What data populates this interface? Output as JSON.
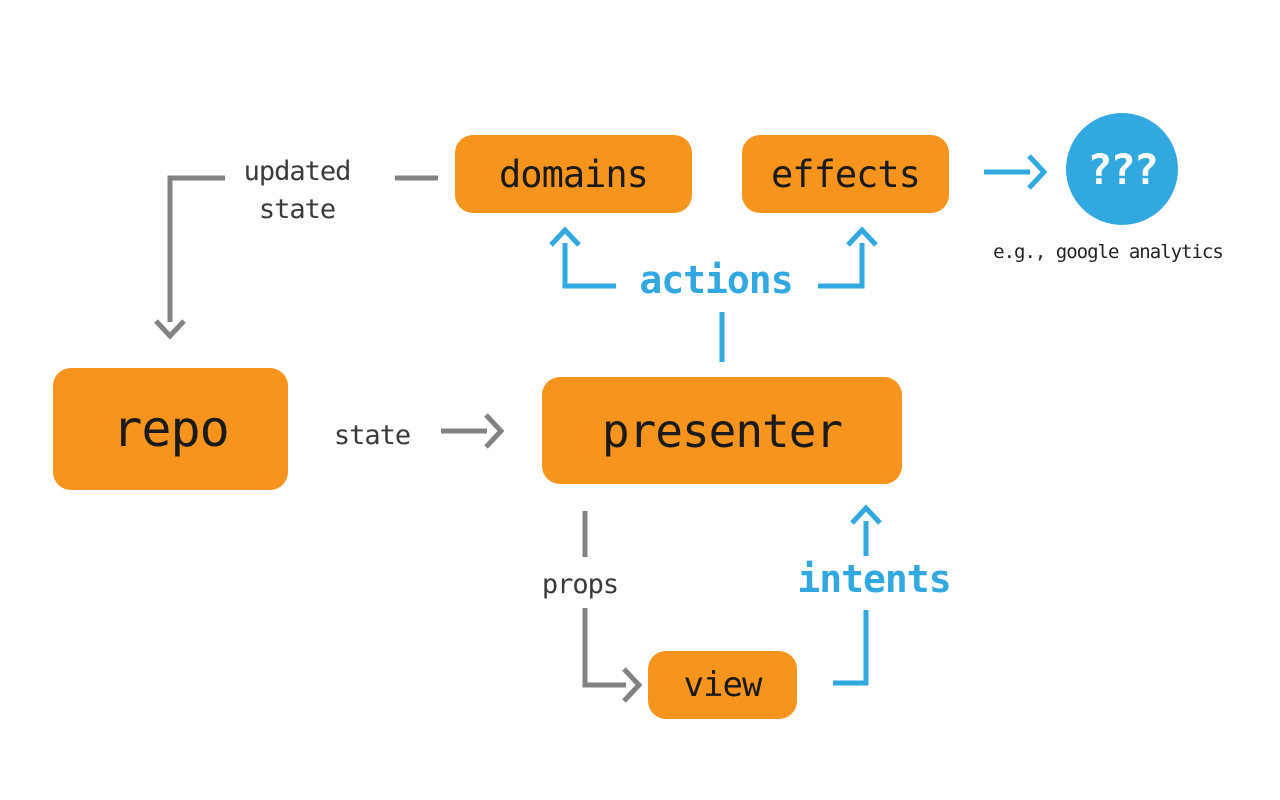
{
  "diagram": {
    "title_hint": "unidirectional data flow architecture",
    "nodes": {
      "domains": {
        "label": "domains"
      },
      "effects": {
        "label": "effects"
      },
      "repo": {
        "label": "repo"
      },
      "presenter": {
        "label": "presenter"
      },
      "view": {
        "label": "view"
      },
      "unknown": {
        "label": "???",
        "caption": "e.g., google analytics"
      }
    },
    "edge_labels": {
      "updated_state": "updated\nstate",
      "state": "state",
      "actions": "actions",
      "props": "props",
      "intents": "intents"
    },
    "edges": [
      {
        "from": "domains",
        "to": "repo",
        "label": "updated state",
        "color": "gray"
      },
      {
        "from": "repo",
        "to": "presenter",
        "label": "state",
        "color": "gray"
      },
      {
        "from": "presenter",
        "to": "domains",
        "label": "actions",
        "color": "blue"
      },
      {
        "from": "presenter",
        "to": "effects",
        "label": "actions",
        "color": "blue"
      },
      {
        "from": "effects",
        "to": "unknown",
        "label": "",
        "color": "blue"
      },
      {
        "from": "presenter",
        "to": "view",
        "label": "props",
        "color": "gray"
      },
      {
        "from": "view",
        "to": "presenter",
        "label": "intents",
        "color": "blue"
      }
    ],
    "colors": {
      "node_fill": "#F7941E",
      "circle_fill": "#31A8E0",
      "blue_flow": "#31A8E0",
      "gray_flow": "#828282",
      "label_dark": "#3A3A3A",
      "node_text": "#1A1A1A",
      "background": "#FFFFFF"
    }
  }
}
